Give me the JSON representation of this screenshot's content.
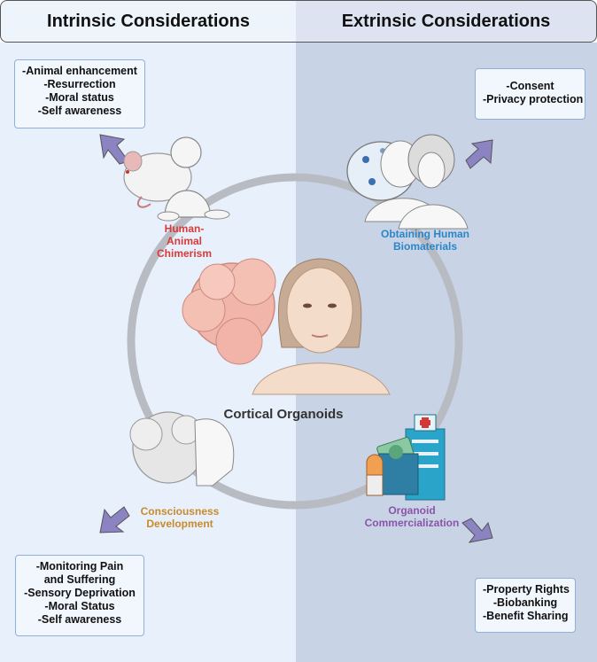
{
  "headers": {
    "left": "Intrinsic Considerations",
    "right": "Extrinsic Considerations"
  },
  "center": {
    "label": "Cortical Organoids"
  },
  "quadrants": {
    "top_left": {
      "label": [
        "Human-",
        "Animal",
        "Chimerism"
      ],
      "label_color": "#d93a3a",
      "items": [
        "-Animal enhancement",
        "-Resurrection",
        "-Moral status",
        "-Self awareness"
      ]
    },
    "top_right": {
      "label": [
        "Obtaining Human",
        "Biomaterials"
      ],
      "label_color": "#2a86c8",
      "items": [
        "-Consent",
        "-Privacy protection"
      ]
    },
    "bottom_left": {
      "label": [
        "Consciousness",
        "Development"
      ],
      "label_color": "#c98a2a",
      "items": [
        "-Monitoring Pain",
        "and Suffering",
        "-Sensory Deprivation",
        "-Moral Status",
        "-Self awareness"
      ]
    },
    "bottom_right": {
      "label": [
        "Organoid",
        "Commercialization"
      ],
      "label_color": "#8a55a8",
      "items": [
        "-Property Rights",
        "-Biobanking",
        "-Benefit Sharing"
      ]
    }
  },
  "colors": {
    "left_panel": "#e8f0fb",
    "right_panel": "#c9d3e6",
    "arrow": "#8c83c2",
    "ring": "#b8bcc2"
  },
  "icons": [
    "rat-icon",
    "baby-icon",
    "petri-dish-icon",
    "people-icon",
    "organoid-icon",
    "woman-face-icon",
    "brain-head-icon",
    "hospital-icon",
    "money-icon",
    "pill-icon"
  ]
}
